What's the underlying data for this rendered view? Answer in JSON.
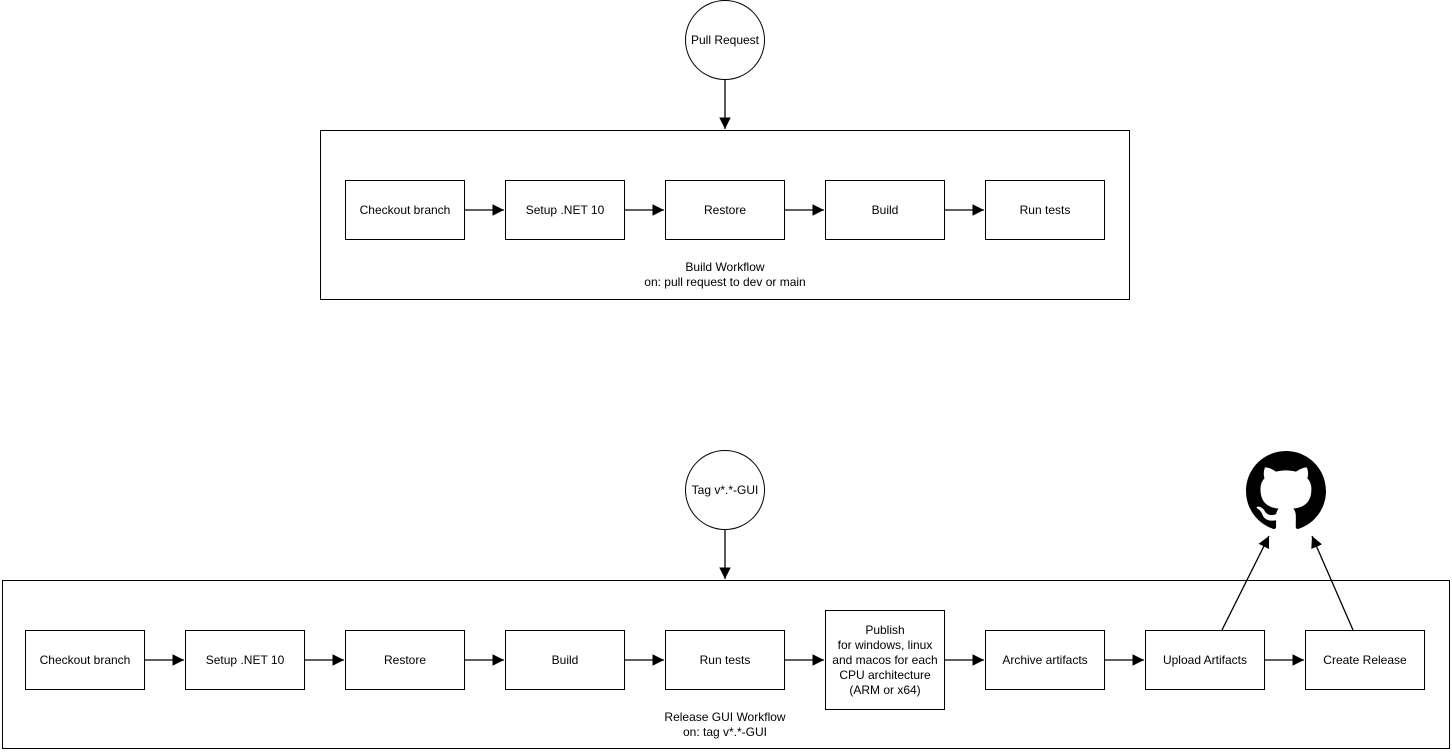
{
  "build_workflow": {
    "trigger_label": "Pull Request",
    "title": "Build Workflow",
    "subtitle": "on: pull request to dev or main",
    "steps": [
      "Checkout branch",
      "Setup .NET 10",
      "Restore",
      "Build",
      "Run tests"
    ]
  },
  "release_workflow": {
    "trigger_label": "Tag v*.*-GUI",
    "title": "Release GUI Workflow",
    "subtitle": "on: tag v*.*-GUI",
    "steps": [
      "Checkout branch",
      "Setup .NET 10",
      "Restore",
      "Build",
      "Run tests",
      "Publish\nfor windows, linux\nand macos for each\nCPU architecture\n(ARM or x64)",
      "Archive artifacts",
      "Upload Artifacts",
      "Create Release"
    ]
  },
  "icons": {
    "github": "github-octocat-logo"
  },
  "colors": {
    "stroke": "#000000",
    "canvas_background": "#ffffff",
    "node_background": "#ffffff",
    "github_logo": "#000000"
  }
}
